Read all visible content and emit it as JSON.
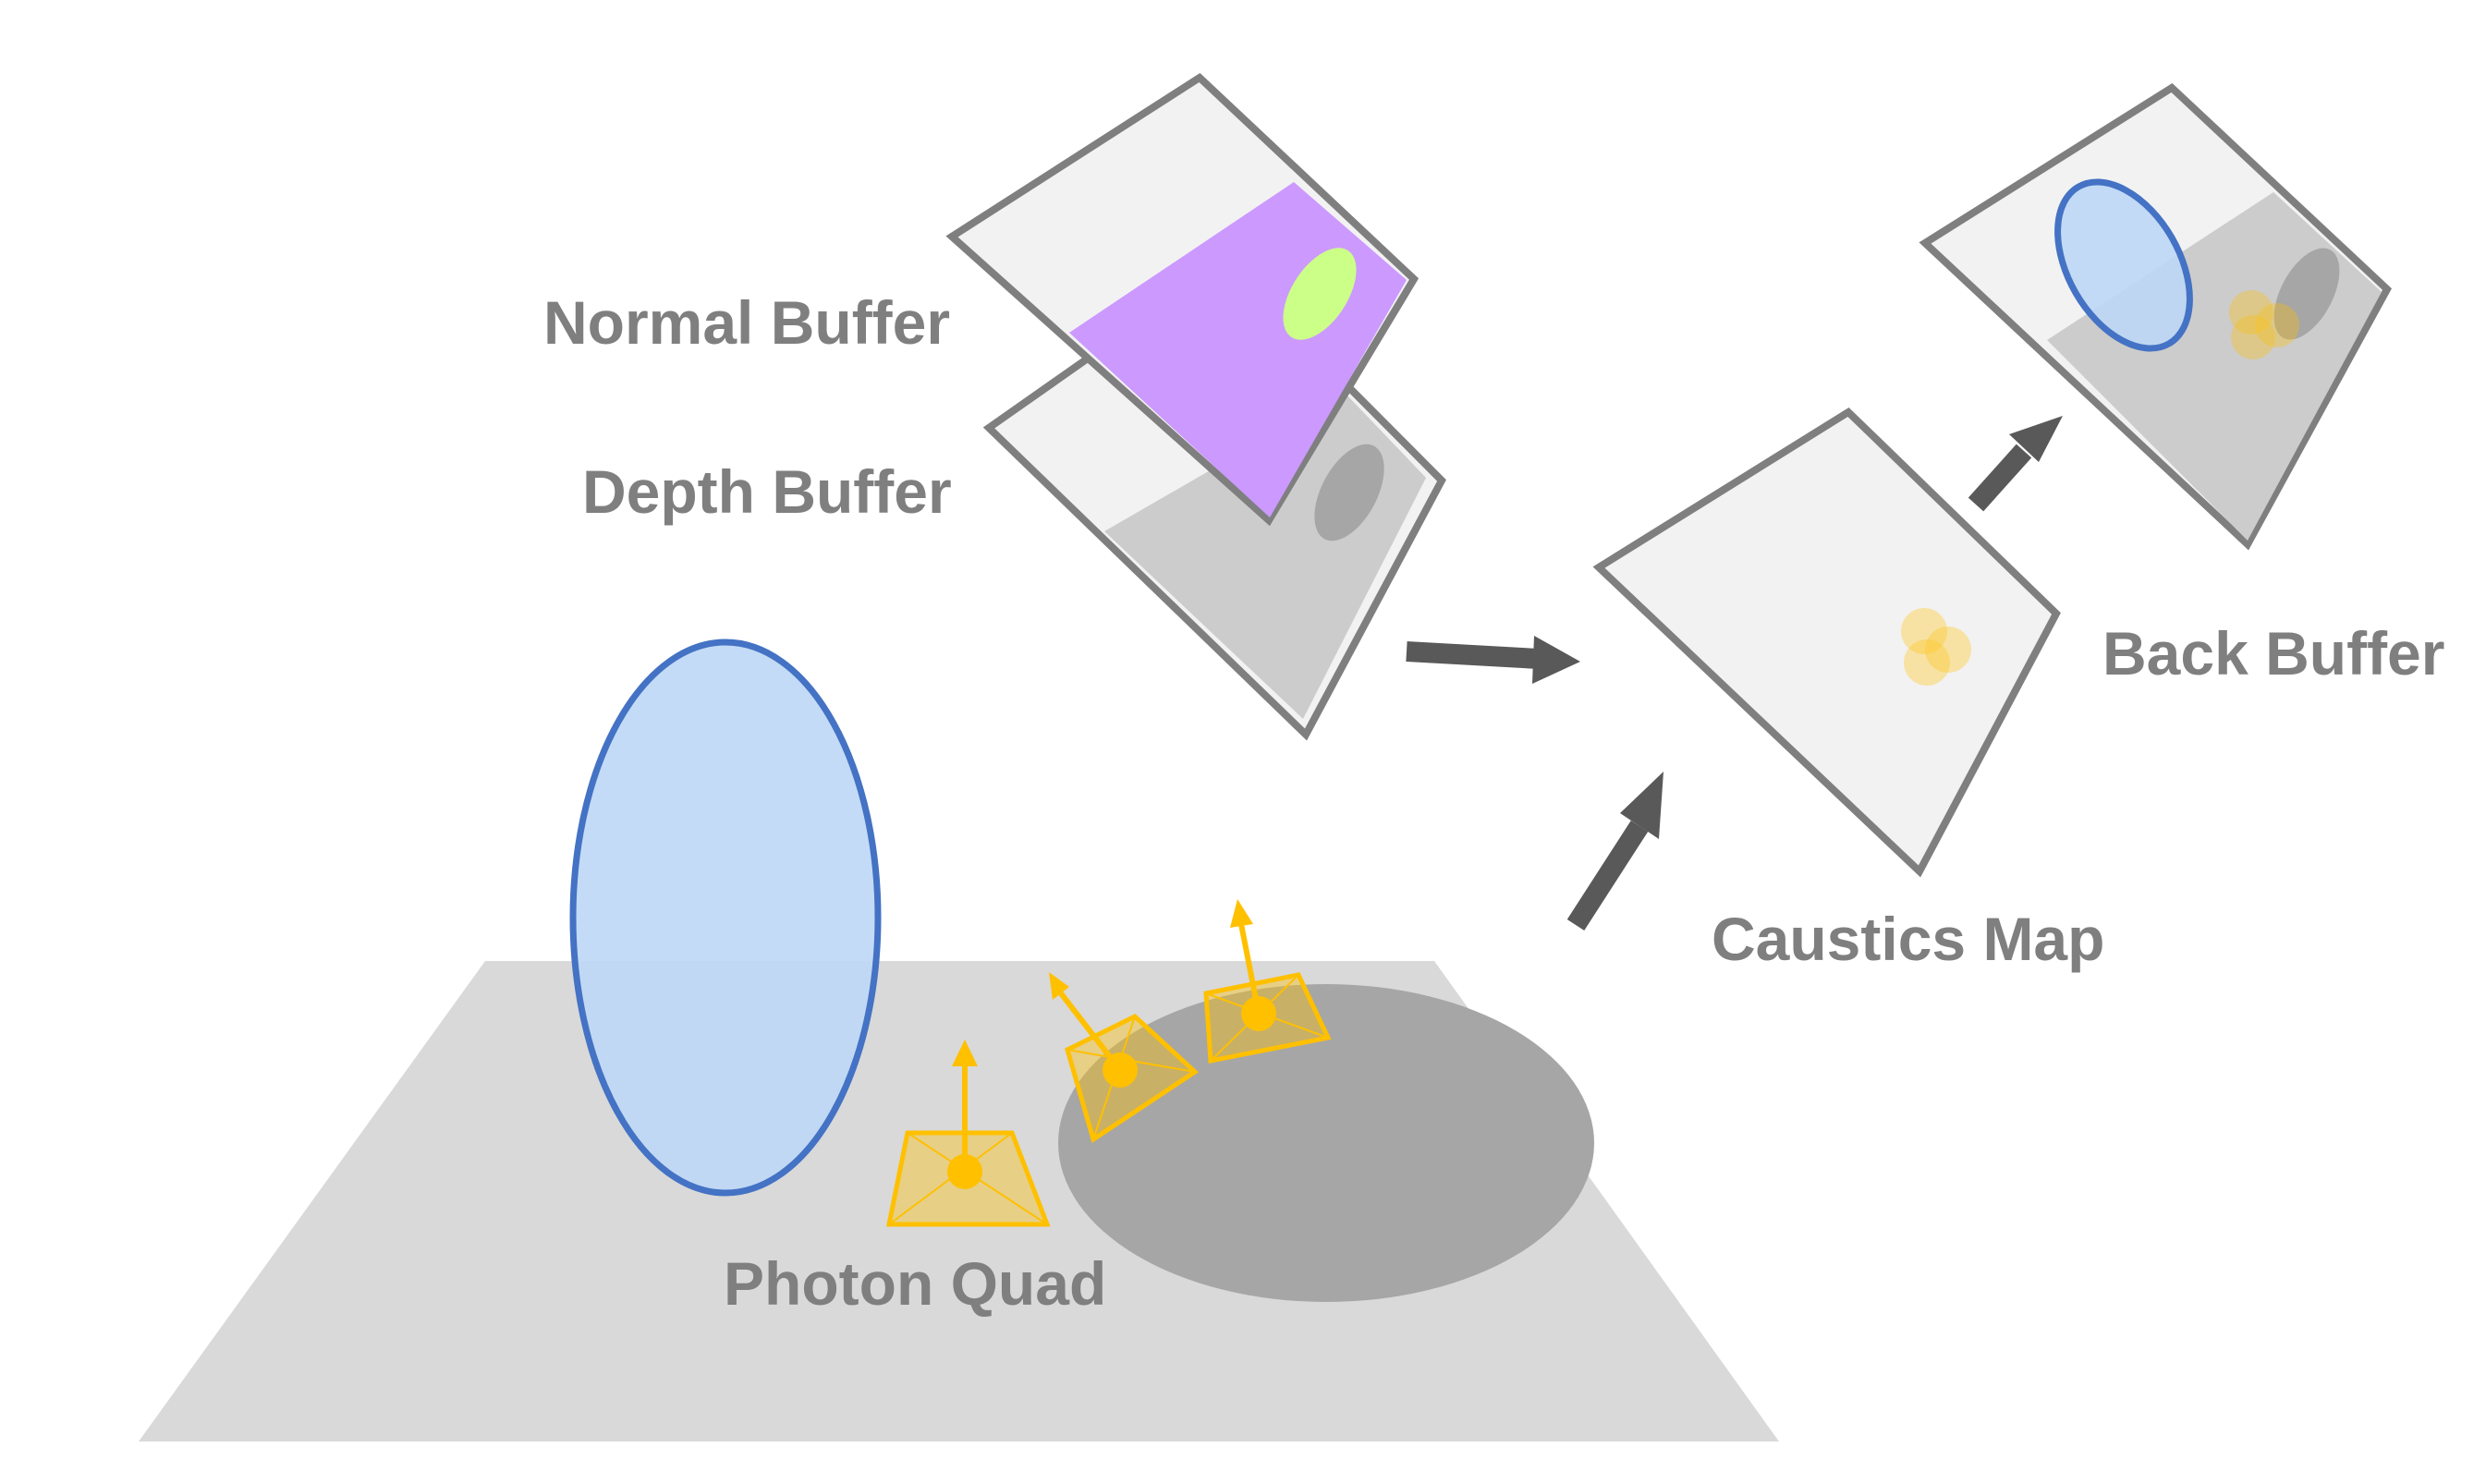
{
  "labels": {
    "normal_buffer": "Normal Buffer",
    "depth_buffer": "Depth Buffer",
    "caustics_map": "Caustics Map",
    "back_buffer": "Back Buffer",
    "photon_quad": "Photon Quad"
  },
  "colors": {
    "floor": "#d9d9d9",
    "dark_ellipse": "#a6a6a6",
    "glass_fill": "#bdd7f5",
    "glass_stroke": "#4472c4",
    "photon": "#ffc000",
    "buffer_fill": "#f2f2f2",
    "buffer_stroke": "#7f7f7f",
    "normal_fill": "#cc99ff",
    "normal_spot": "#ccff88",
    "arrow": "#595959"
  }
}
